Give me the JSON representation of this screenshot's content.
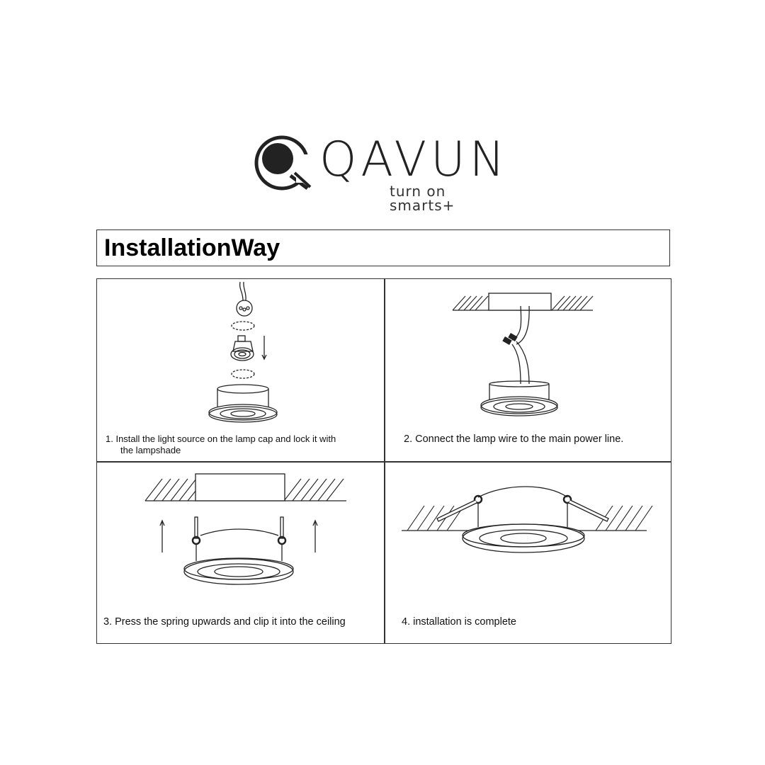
{
  "logo": {
    "brand_name": "QAVUN",
    "tagline": "turn on smarts+",
    "icon": "q-circle-logo-icon"
  },
  "header": {
    "title": "InstallationWay"
  },
  "steps": [
    {
      "number": 1,
      "text_line1": "1. Install the light source on the lamp cap and lock it with",
      "text_line2": "the lampshade",
      "illustration": "exploded-bulb-lamp-icon"
    },
    {
      "number": 2,
      "text": "2. Connect the lamp wire to the main power line.",
      "illustration": "wire-connection-icon"
    },
    {
      "number": 3,
      "text": "3. Press the spring upwards and clip it into the ceiling",
      "illustration": "spring-clip-insert-icon"
    },
    {
      "number": 4,
      "text": "4. installation is complete",
      "illustration": "installed-downlight-icon"
    }
  ]
}
